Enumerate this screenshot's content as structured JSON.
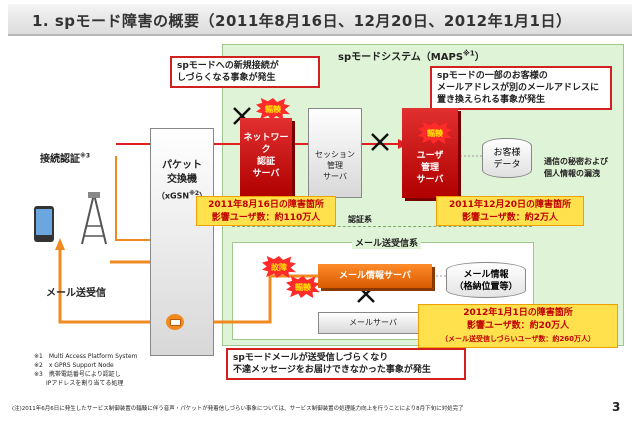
{
  "title": "1. spモード障害の概要（2011年8月16日、12月20日、2012年1月1日）",
  "system_label": "spモードシステム（MAPS",
  "system_sup": "※1",
  "system_suffix": "）",
  "callouts": {
    "new_connection": [
      "spモードへの新規接続が",
      "しづらくなる事象が発生"
    ],
    "mail_replace": [
      "spモードの一部のお客様の",
      "メールアドレスが別のメールアドレスに",
      "置き換えられる事象が発生"
    ],
    "mail_delay": [
      "spモードメールが送受信しづらくなり",
      "不達メッセージをお届けできなかった事象が発生"
    ]
  },
  "packet": {
    "line1": "パケット",
    "line2": "交換機",
    "line3": "（xGSN",
    "sup": "※2",
    "line3_end": "）"
  },
  "left": {
    "auth_label": "接続認証",
    "auth_sup": "※3",
    "mail_label": "メール送受信"
  },
  "boxes": {
    "network_auth": [
      "ネットワーク",
      "認証",
      "サーバ"
    ],
    "session": [
      "セッション",
      "管理",
      "サーバ"
    ],
    "user_mgmt": [
      "ユーザ",
      "管理",
      "サーバ"
    ],
    "customer_data": [
      "お客様",
      "データ"
    ],
    "mail_info_server": "メール情報サーバ",
    "mail_info": [
      "メール情報",
      "（格納位置等）"
    ],
    "mail_server": "メールサーバ"
  },
  "section_labels": {
    "auth_system": "認証系",
    "mail_system": "メール送受信系"
  },
  "bursts": {
    "b1": "輻輳",
    "b2": "輻輳",
    "b3": "輻輳",
    "fail": "故障"
  },
  "incidents": {
    "aug": [
      "2011年8月16日の障害箇所",
      "影響ユーザ数：約110万人"
    ],
    "dec": [
      "2011年12月20日の障害箇所",
      "影響ユーザ数：約2万人"
    ],
    "jan": [
      "2012年1月1日の障害箇所",
      "影響ユーザ数：約20万人",
      "（メール送受信しづらいユーザ数：約260万人）"
    ]
  },
  "privacy_note": [
    "通信の秘密および",
    "個人情報の漏洩"
  ],
  "footnotes": [
    "※1　Multi Access Platform System",
    "※2　x GPRS Support Node",
    "※3　携帯電話番号により認証し",
    "　　IPアドレスを割り当てる処理"
  ],
  "bottom_note": "(注)2011年6月6日に発生したサービス制御装置の輻輳に伴う音声・パケットが発着信しづらい事象については、サービス制御装置の処理能力向上を行うことにより8月下旬に対処完了",
  "page_number": "3",
  "colors": {
    "accent_red": "#d02020",
    "incident_yellow": "#ffe14d",
    "system_green": "#dff3d6"
  }
}
